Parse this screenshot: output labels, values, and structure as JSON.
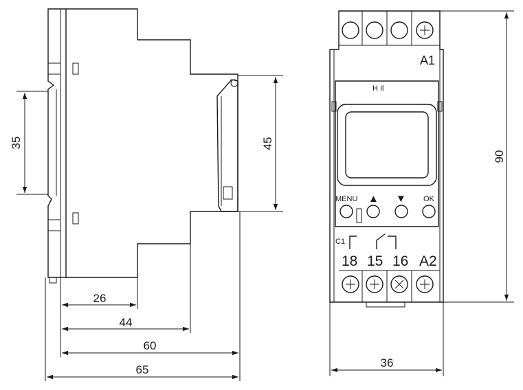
{
  "side_view": {
    "dim_35": "35",
    "dim_45": "45",
    "dim_26": "26",
    "dim_44": "44",
    "dim_60": "60",
    "dim_65": "65"
  },
  "front_view": {
    "label_a1": "A1",
    "label_a2": "A2",
    "label_c1": "C1",
    "term_18": "18",
    "term_15": "15",
    "term_16": "16",
    "btn_menu": "MENU",
    "btn_ok": "OK",
    "arrow_up": "▲",
    "arrow_down": "▼",
    "dim_90": "90",
    "dim_36": "36"
  }
}
